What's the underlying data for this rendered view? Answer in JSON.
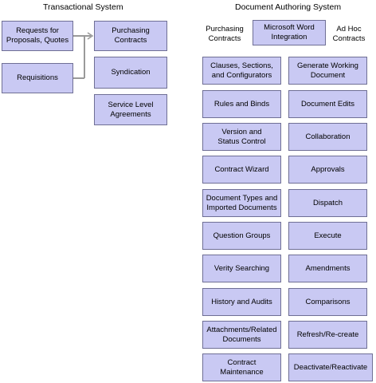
{
  "transactional": {
    "title": "Transactional System",
    "requests": "Requests for\nProposals, Quotes",
    "requisitions": "Requisitions",
    "purchasing_contracts": "Purchasing\nContracts",
    "syndication": "Syndication",
    "service_level": "Service Level\nAgreements"
  },
  "authoring": {
    "title": "Document Authoring System",
    "purchasing_contracts_label": "Purchasing\nContracts",
    "ms_word": "Microsoft Word\nIntegration",
    "ad_hoc_label": "Ad Hoc\nContracts",
    "left_column": [
      "Clauses, Sections,\nand Configurators",
      "Rules and Binds",
      "Version and\nStatus Control",
      "Contract Wizard",
      "Document Types and\nImported Documents",
      "Question Groups",
      "Verity Searching",
      "History and Audits",
      "Attachments/Related\nDocuments",
      "Contract\nMaintenance"
    ],
    "right_column": [
      "Generate Working\nDocument",
      "Document Edits",
      "Collaboration",
      "Approvals",
      "Dispatch",
      "Execute",
      "Amendments",
      "Comparisons",
      "Refresh/Re-create",
      "Deactivate/Reactivate"
    ]
  }
}
